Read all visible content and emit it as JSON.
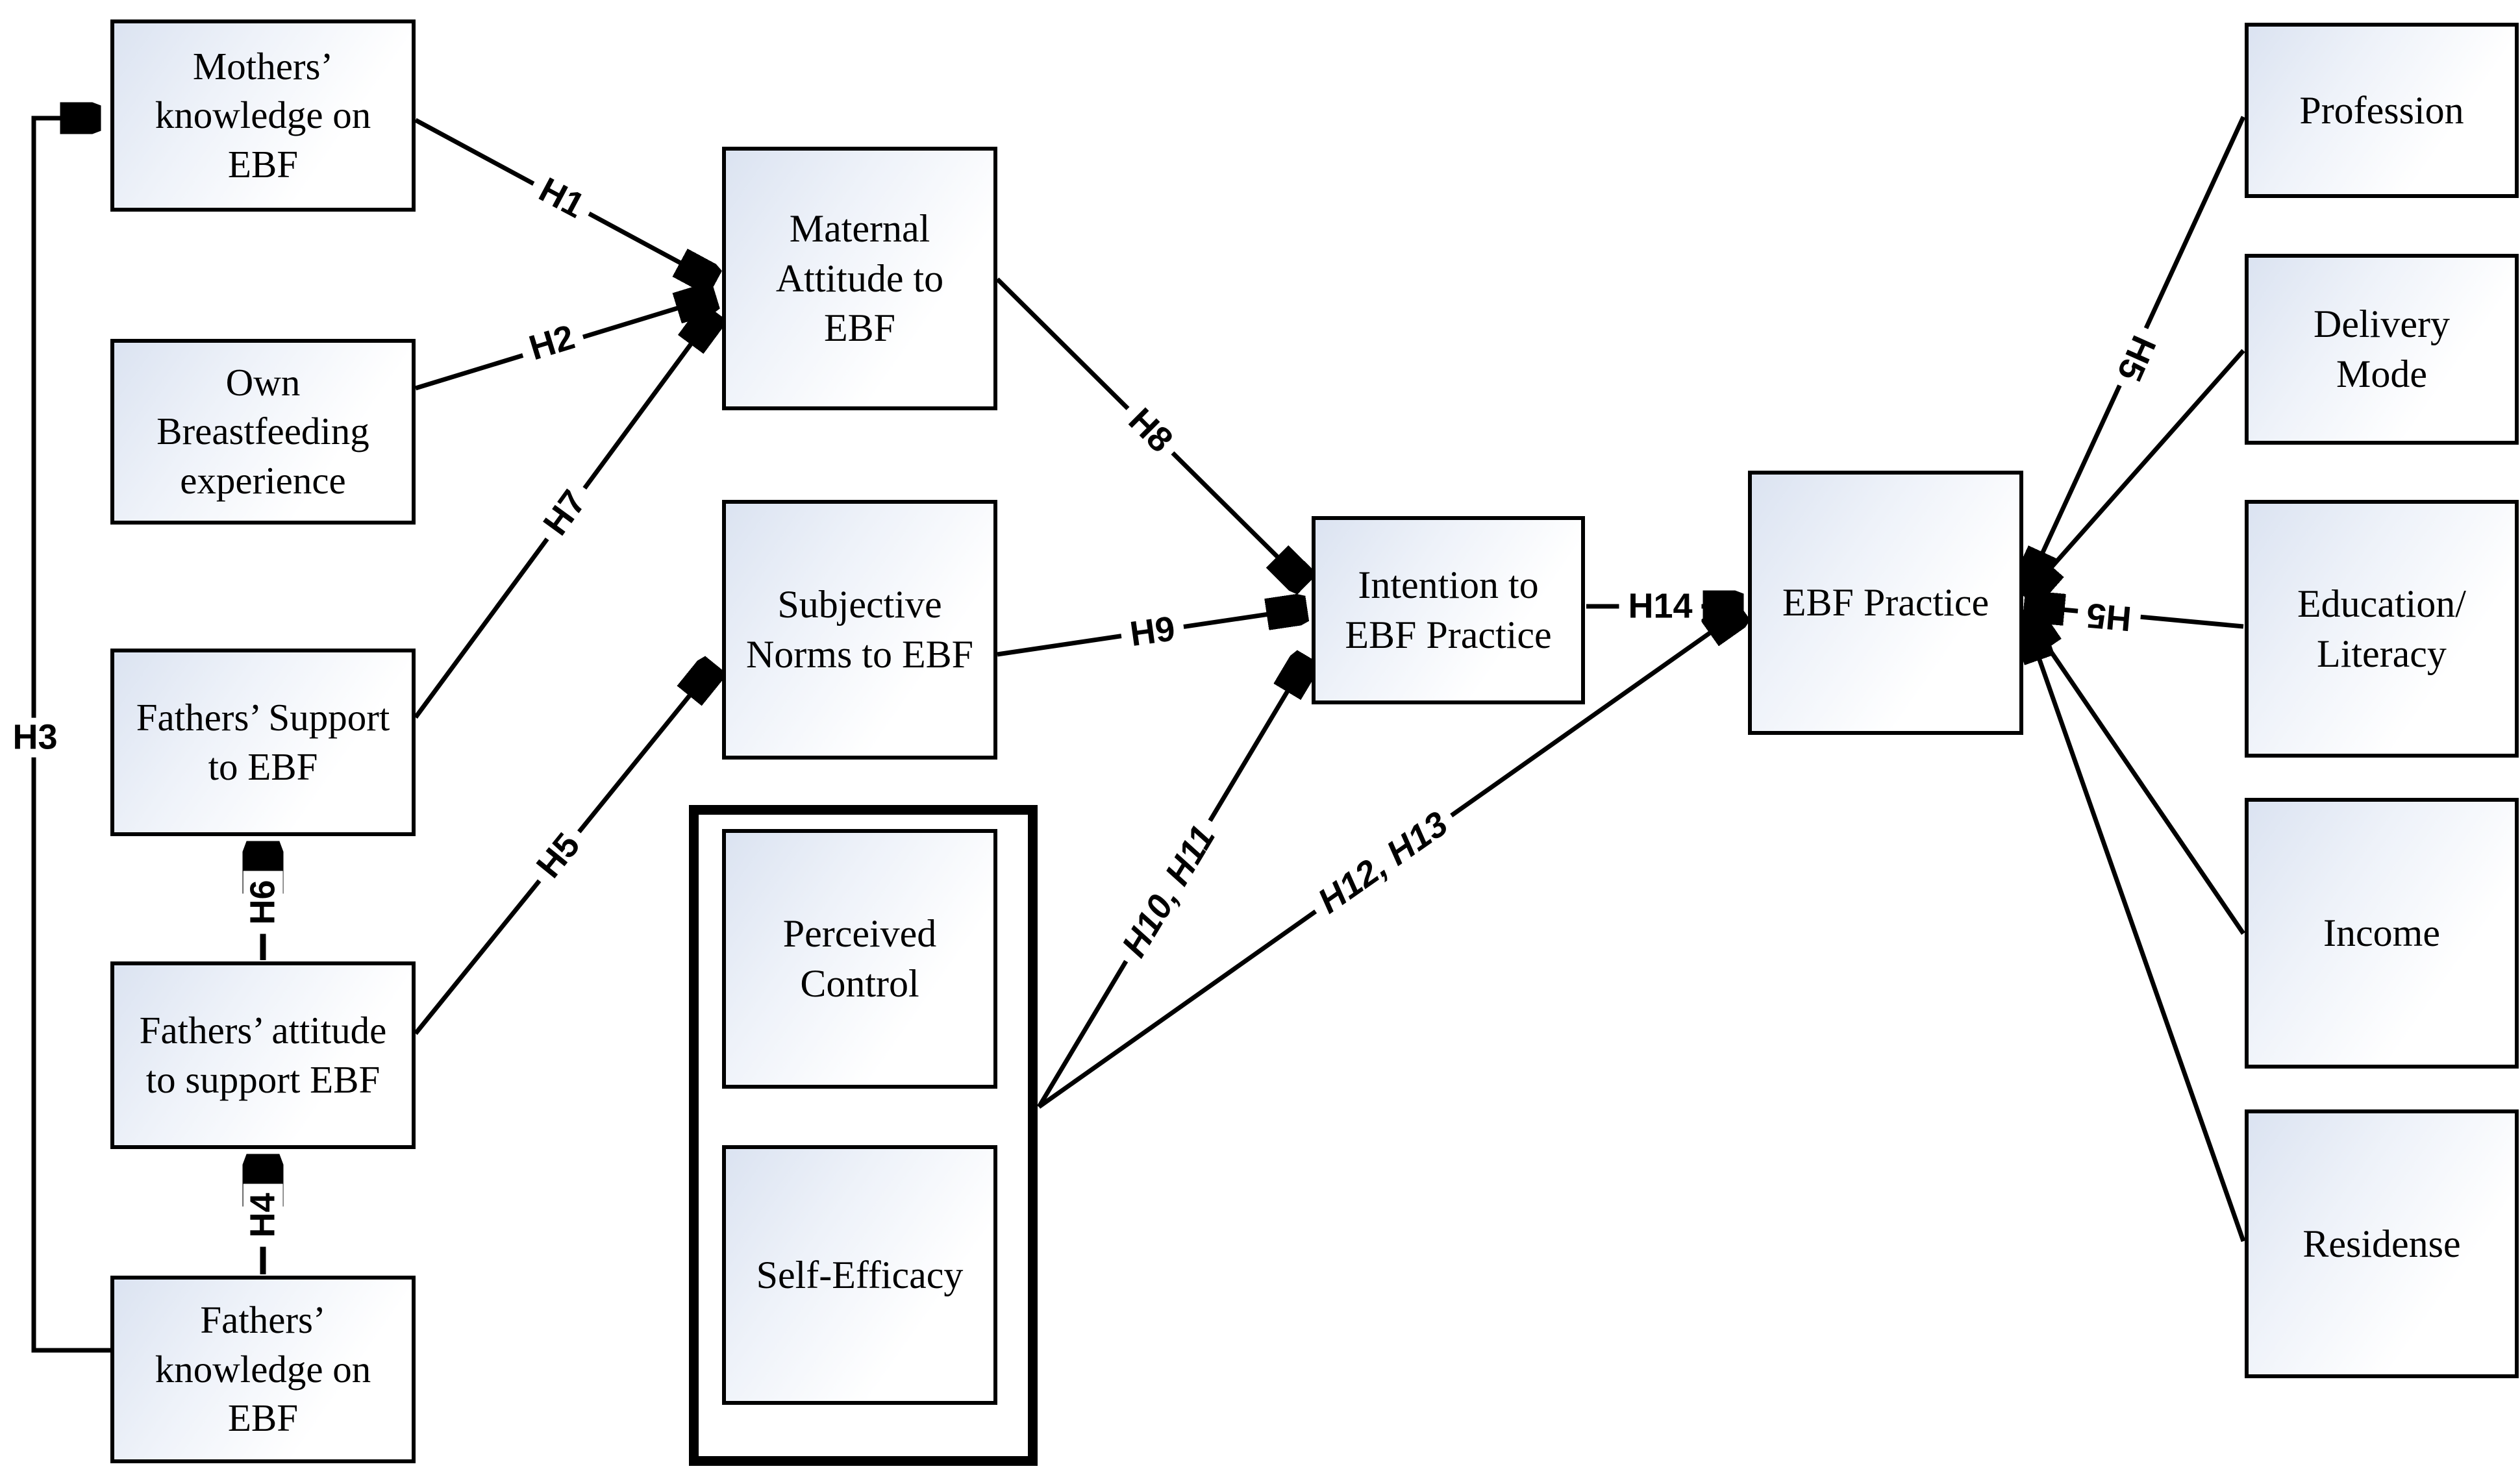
{
  "colors": {
    "line": "#000000",
    "box_border": "#000000",
    "box_fill_top": "#dbe3f1",
    "box_fill_bottom": "#ffffff"
  },
  "nodes": {
    "mothers_knowledge": {
      "label": "Mothers’\nknowledge on\nEBF"
    },
    "own_breastfeeding": {
      "label": "Own\nBreastfeeding\nexperience"
    },
    "fathers_support": {
      "label": "Fathers’ Support\nto EBF"
    },
    "fathers_attitude": {
      "label": "Fathers’ attitude\nto support EBF"
    },
    "fathers_knowledge": {
      "label": "Fathers’\nknowledge on\nEBF"
    },
    "maternal_attitude": {
      "label": "Maternal\nAttitude to\nEBF"
    },
    "subjective_norms": {
      "label": "Subjective\nNorms to EBF"
    },
    "perceived_control": {
      "label": "Perceived\nControl"
    },
    "self_efficacy": {
      "label": "Self-Efficacy"
    },
    "intention": {
      "label": "Intention to\nEBF Practice"
    },
    "ebf_practice": {
      "label": "EBF Practice"
    },
    "profession": {
      "label": "Profession"
    },
    "delivery_mode": {
      "label": "Delivery\nMode"
    },
    "education_literacy": {
      "label": "Education/\nLiteracy"
    },
    "income": {
      "label": "Income"
    },
    "residense": {
      "label": "Residense"
    }
  },
  "edges": [
    {
      "id": "H1",
      "from": "mothers_knowledge",
      "to": "maternal_attitude",
      "label": "H1"
    },
    {
      "id": "H2",
      "from": "own_breastfeeding",
      "to": "maternal_attitude",
      "label": "H2"
    },
    {
      "id": "H3",
      "from": "fathers_knowledge",
      "to": "mothers_knowledge",
      "label": "H3"
    },
    {
      "id": "H4",
      "from": "fathers_knowledge",
      "to": "fathers_attitude",
      "label": "H4"
    },
    {
      "id": "H5",
      "from": "fathers_attitude",
      "to": "subjective_norms",
      "label": "H5"
    },
    {
      "id": "H6",
      "from": "fathers_attitude",
      "to": "fathers_support",
      "label": "H6"
    },
    {
      "id": "H7",
      "from": "fathers_support",
      "to": "maternal_attitude",
      "label": "H7"
    },
    {
      "id": "H8",
      "from": "maternal_attitude",
      "to": "intention",
      "label": "H8"
    },
    {
      "id": "H9",
      "from": "subjective_norms",
      "to": "intention",
      "label": "H9"
    },
    {
      "id": "H10, H11",
      "from": "perceived_control_group",
      "to": "intention",
      "label": "H10, H11"
    },
    {
      "id": "H12, H13",
      "from": "perceived_control_group",
      "to": "ebf_practice",
      "label": "H12, H13"
    },
    {
      "id": "H14",
      "from": "intention",
      "to": "ebf_practice",
      "label": "H14"
    },
    {
      "id": "H5-profession",
      "from": "profession",
      "to": "ebf_practice",
      "label": "H5"
    },
    {
      "id": "delivery-line",
      "from": "delivery_mode",
      "to": "ebf_practice",
      "label": ""
    },
    {
      "id": "H5-education",
      "from": "education_literacy",
      "to": "ebf_practice",
      "label": "H5"
    },
    {
      "id": "income-line",
      "from": "income",
      "to": "ebf_practice",
      "label": ""
    },
    {
      "id": "residense-line",
      "from": "residense",
      "to": "ebf_practice",
      "label": ""
    }
  ]
}
